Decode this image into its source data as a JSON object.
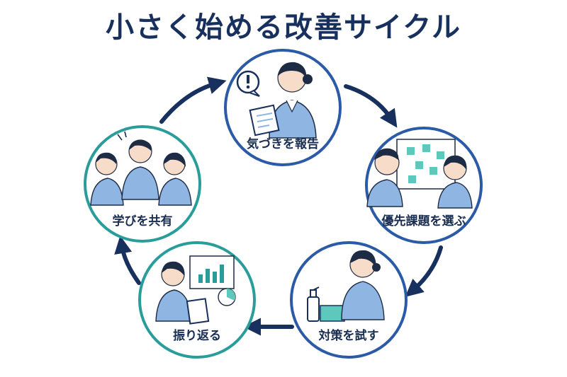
{
  "title": "小さく始める改善サイクル",
  "colors": {
    "navy": "#17305e",
    "ring_blue": "#2b5aa6",
    "ring_teal": "#2a9d9a",
    "scrub": "#8fb5e3",
    "hair": "#1d2b45",
    "skin": "#f7dcc9",
    "accent_teal": "#5cc9bc"
  },
  "steps": [
    {
      "label": "気づきを報告",
      "icon": "report-icon"
    },
    {
      "label": "優先課題を選ぶ",
      "icon": "prioritize-icon"
    },
    {
      "label": "対策を試す",
      "icon": "trial-icon"
    },
    {
      "label": "振り返る",
      "icon": "review-icon"
    },
    {
      "label": "学びを共有",
      "icon": "share-icon"
    }
  ]
}
